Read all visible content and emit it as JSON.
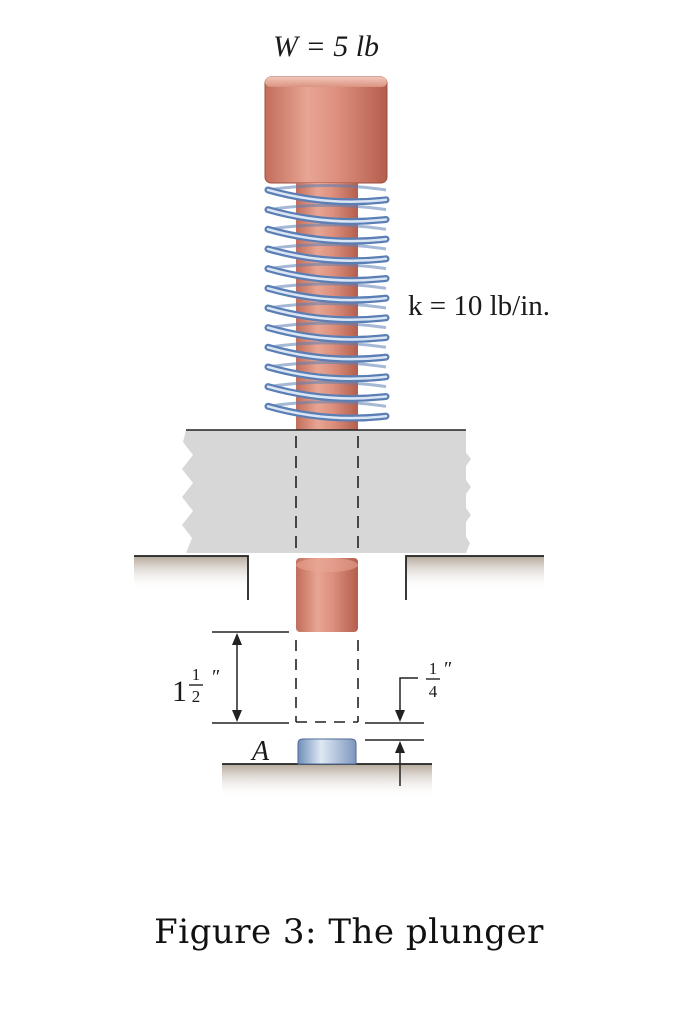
{
  "labels": {
    "weight": "W = 5 lb",
    "spring_constant": "k = 10 lb/in.",
    "gap_whole": "1",
    "gap_num": "1",
    "gap_den": "2",
    "gap_unit": "″",
    "clearance_num": "1",
    "clearance_den": "4",
    "clearance_unit": "″",
    "point": "A"
  },
  "caption": "Figure 3: The plunger",
  "colors": {
    "copper": "#d98a78",
    "copper_dark": "#b8604f",
    "copper_light": "#f0b8a8",
    "spring": "#8faed8",
    "spring_dark": "#5b7fb5",
    "housing": "#d7d7d7",
    "ground": "#bdb1a5"
  }
}
